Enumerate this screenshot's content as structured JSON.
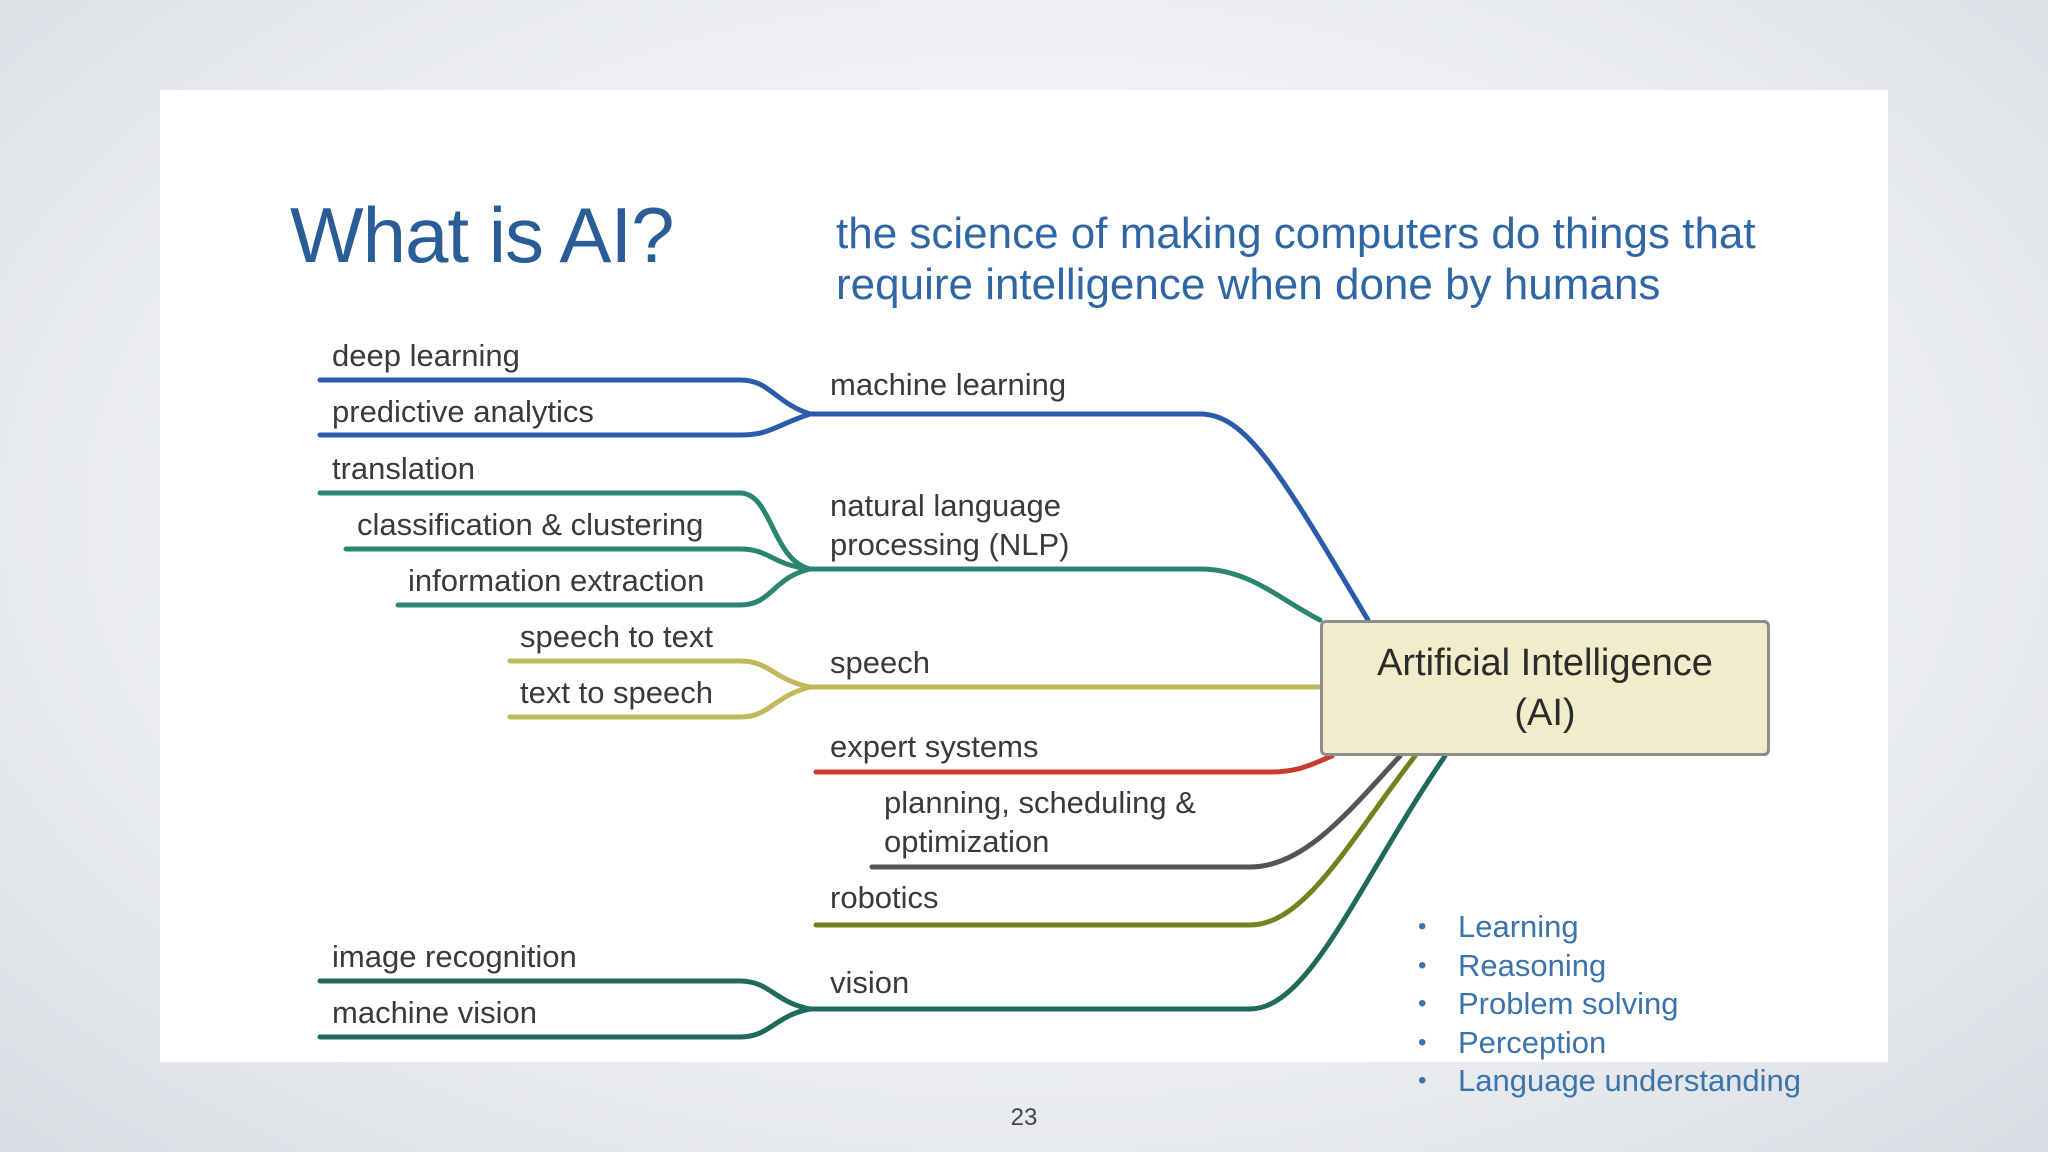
{
  "slide": {
    "title": "What is AI?",
    "subtitle": "the science of making computers do things that require intelligence when done by humans",
    "page_number": "23"
  },
  "center_node": {
    "line1": "Artificial Intelligence",
    "line2": "(AI)"
  },
  "colors": {
    "machine_learning": "#2a5cab",
    "nlp": "#2a8670",
    "speech": "#c0b85a",
    "expert_systems": "#cc3a2d",
    "planning": "#555555",
    "robotics": "#74821e",
    "vision": "#1f6a5a",
    "title": "#2a5d97",
    "bullets": "#3b73ad",
    "node_fill": "#f2eccb"
  },
  "branches": {
    "machine_learning": {
      "label": "machine learning",
      "leaves": [
        "deep learning",
        "predictive analytics"
      ]
    },
    "nlp": {
      "label_line1": "natural language",
      "label_line2": "processing (NLP)",
      "leaves": [
        "translation",
        "classification & clustering",
        "information extraction"
      ]
    },
    "speech": {
      "label": "speech",
      "leaves": [
        "speech to text",
        "text to speech"
      ]
    },
    "expert_systems": {
      "label": "expert systems"
    },
    "planning": {
      "label_line1": "planning, scheduling &",
      "label_line2": "optimization"
    },
    "robotics": {
      "label": "robotics"
    },
    "vision": {
      "label": "vision",
      "leaves": [
        "image recognition",
        "machine vision"
      ]
    }
  },
  "bullets": [
    "Learning",
    "Reasoning",
    "Problem solving",
    "Perception",
    "Language understanding"
  ]
}
